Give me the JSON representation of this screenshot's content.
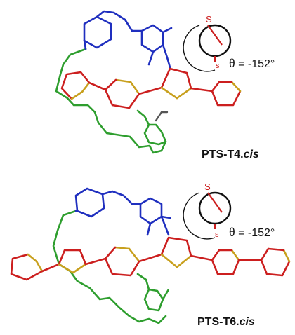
{
  "panels": [
    {
      "id": "top",
      "label_main": "PTS-T4.",
      "label_suffix": "cis",
      "theta_symbol": "θ",
      "theta_value": " = -152°",
      "newman_s_top": "S",
      "newman_s_bottom": "s"
    },
    {
      "id": "bottom",
      "label_main": "PTS-T6.",
      "label_suffix": "cis",
      "theta_symbol": "θ",
      "theta_value": " = -152°",
      "newman_s_top": "S",
      "newman_s_bottom": "s"
    }
  ],
  "colors": {
    "backbone_red": "#cc1f1f",
    "sulfur_yellow": "#c8a01e",
    "linker_green": "#2e9e2e",
    "stopper_blue": "#1f2fbf",
    "newman_ring": "#111111",
    "newman_s": "#cc1f1f"
  }
}
